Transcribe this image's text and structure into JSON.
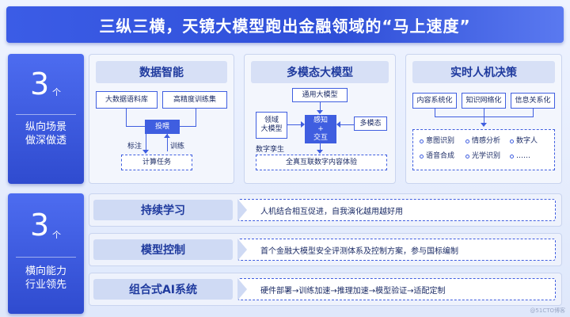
{
  "title": "三纵三横，天镜大模型跑出金融领域的“马上速度”",
  "top_side": {
    "number": "3",
    "unit": "个",
    "desc_line1": "纵向场景",
    "desc_line2": "做深做透"
  },
  "bottom_side": {
    "number": "3",
    "unit": "个",
    "desc_line1": "横向能力",
    "desc_line2": "行业领先"
  },
  "panel1": {
    "title": "数据智能",
    "big_data": "大数据语料库",
    "high_precision": "高精度训练集",
    "feed": "投喂",
    "label": "标注",
    "train": "训练",
    "task": "计算任务"
  },
  "panel2": {
    "title": "多模态大模型",
    "general": "通用大模型",
    "domain_line1": "领域",
    "domain_line2": "大模型",
    "center_line1": "感知",
    "center_line2": "+",
    "center_line3": "交互",
    "multi": "多模态",
    "digital": "数字孪生",
    "experience": "全真互联数字内容体验"
  },
  "panel3": {
    "title": "实时人机决策",
    "c1": "内容系统化",
    "c2": "知识网络化",
    "c3": "信息关系化",
    "i1": "意图识别",
    "i2": "情感分析",
    "i3": "数字人",
    "i4": "语音合成",
    "i5": "光学识别",
    "i6": "……"
  },
  "rows": [
    {
      "label": "持续学习",
      "desc": "人机结合相互促进，自我演化越用越好用"
    },
    {
      "label": "模型控制",
      "desc": "首个金融大模型安全评测体系及控制方案，参与国标编制"
    },
    {
      "label": "组合式AI系统",
      "desc": "硬件部署→训练加速→推理加速→模型验证→适配定制"
    }
  ],
  "watermark": "@51CTO博客"
}
